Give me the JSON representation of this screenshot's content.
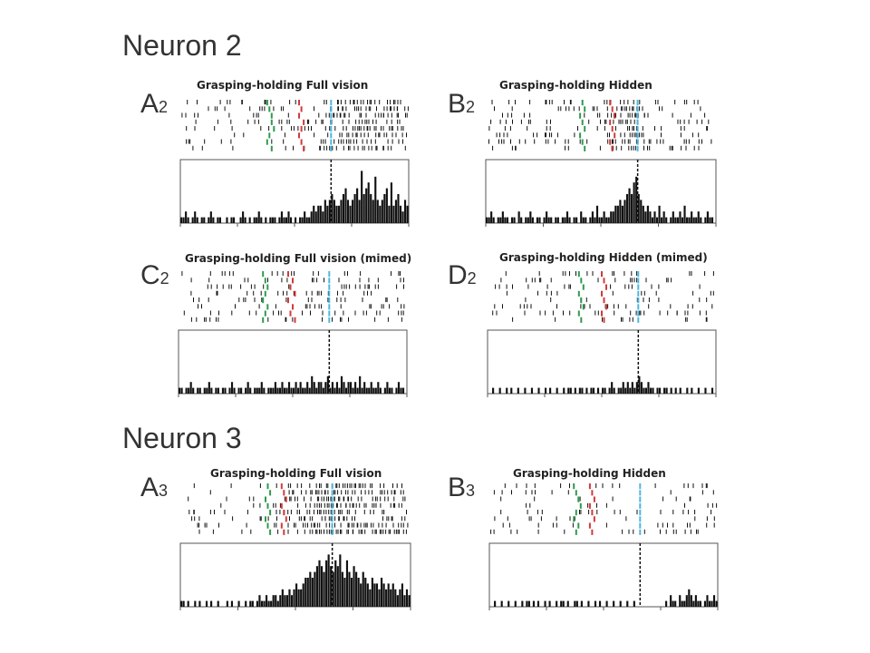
{
  "figure": {
    "neurons": [
      {
        "title": "Neuron 2"
      },
      {
        "title": "Neuron 3"
      }
    ],
    "colors": {
      "spike": "#111111",
      "hist_bar": "#111111",
      "marker_green": "#2e9a4e",
      "marker_red": "#d23a3a",
      "marker_cyan": "#4fb6e0",
      "axis": "#555555"
    }
  },
  "panels": [
    {
      "id": "A2",
      "letter": "A",
      "sub": "2",
      "title": "Grasping-holding Full vision",
      "neuron": "Neuron 2"
    },
    {
      "id": "B2",
      "letter": "B",
      "sub": "2",
      "title": "Grasping-holding Hidden",
      "neuron": "Neuron 2"
    },
    {
      "id": "C2",
      "letter": "C",
      "sub": "2",
      "title": "Grasping-holding Full vision (mimed)",
      "neuron": "Neuron 2"
    },
    {
      "id": "D2",
      "letter": "D",
      "sub": "2",
      "title": "Grasping-holding Hidden (mimed)",
      "neuron": "Neuron 2"
    },
    {
      "id": "A3",
      "letter": "A",
      "sub": "3",
      "title": "Grasping-holding Full vision",
      "neuron": "Neuron 3"
    },
    {
      "id": "B3",
      "letter": "B",
      "sub": "3",
      "title": "Grasping-holding Hidden",
      "neuron": "Neuron 3"
    }
  ],
  "chart_data": [
    {
      "type": "bar",
      "panel": "A2",
      "title": "Grasping-holding Full vision",
      "xlabel": "",
      "ylabel": "",
      "grid": false,
      "xlim": [
        0,
        100
      ],
      "ylim": [
        0,
        10
      ],
      "alignment_x": 66,
      "markers": [
        {
          "color": "green",
          "x": [
            38,
            39,
            40,
            40,
            41,
            39,
            38,
            40
          ]
        },
        {
          "color": "red",
          "x": [
            52,
            53,
            52,
            54,
            53,
            52,
            53,
            54
          ]
        },
        {
          "color": "cyan",
          "x": [
            66,
            66,
            66,
            66,
            66,
            66,
            66,
            66
          ]
        }
      ],
      "values": [
        1,
        1,
        2,
        1,
        0,
        1,
        2,
        1,
        0,
        1,
        1,
        0,
        1,
        2,
        1,
        0,
        1,
        1,
        0,
        0,
        1,
        0,
        1,
        1,
        0,
        0,
        1,
        2,
        1,
        0,
        1,
        0,
        1,
        1,
        2,
        1,
        0,
        1,
        0,
        1,
        1,
        1,
        0,
        1,
        2,
        1,
        1,
        2,
        1,
        0,
        1,
        0,
        1,
        1,
        2,
        1,
        1,
        2,
        3,
        2,
        3,
        3,
        2,
        4,
        3,
        4,
        5,
        4,
        3,
        3,
        4,
        5,
        6,
        4,
        3,
        4,
        5,
        6,
        4,
        9,
        5,
        6,
        7,
        5,
        4,
        8,
        4,
        3,
        4,
        5,
        6,
        3,
        7,
        3,
        4,
        5,
        3,
        2,
        4,
        3
      ]
    },
    {
      "type": "bar",
      "panel": "B2",
      "title": "Grasping-holding Hidden",
      "xlabel": "",
      "ylabel": "",
      "grid": false,
      "xlim": [
        0,
        100
      ],
      "ylim": [
        0,
        10
      ],
      "alignment_x": 66,
      "markers": [
        {
          "color": "green",
          "x": [
            42,
            43,
            41,
            42,
            43,
            41,
            42,
            43
          ]
        },
        {
          "color": "red",
          "x": [
            54,
            55,
            56,
            54,
            55,
            56,
            54,
            55
          ]
        },
        {
          "color": "cyan",
          "x": [
            66,
            66,
            66,
            66,
            66,
            66,
            66,
            66
          ]
        }
      ],
      "values": [
        1,
        1,
        2,
        1,
        0,
        1,
        1,
        2,
        1,
        1,
        0,
        1,
        1,
        0,
        2,
        1,
        0,
        1,
        1,
        2,
        1,
        0,
        1,
        1,
        0,
        1,
        2,
        1,
        1,
        0,
        1,
        1,
        0,
        1,
        1,
        2,
        1,
        0,
        1,
        1,
        0,
        2,
        1,
        1,
        0,
        1,
        2,
        1,
        3,
        1,
        1,
        2,
        1,
        1,
        2,
        2,
        3,
        3,
        4,
        3,
        4,
        5,
        6,
        5,
        7,
        8,
        5,
        4,
        3,
        2,
        3,
        2,
        1,
        2,
        1,
        3,
        1,
        2,
        1,
        0,
        1,
        2,
        1,
        1,
        2,
        1,
        3,
        1,
        1,
        2,
        1,
        1,
        2,
        1,
        0,
        1,
        2,
        1,
        1,
        0
      ]
    },
    {
      "type": "bar",
      "panel": "C2",
      "title": "Grasping-holding Full vision (mimed)",
      "xlabel": "",
      "ylabel": "",
      "grid": false,
      "xlim": [
        0,
        100
      ],
      "ylim": [
        0,
        10
      ],
      "alignment_x": 66,
      "markers": [
        {
          "color": "green",
          "x": [
            37,
            38,
            39,
            38,
            37,
            39,
            38,
            37
          ]
        },
        {
          "color": "red",
          "x": [
            48,
            50,
            49,
            51,
            48,
            50,
            49,
            51
          ]
        },
        {
          "color": "cyan",
          "x": [
            66,
            66,
            66,
            66,
            66,
            66,
            66,
            66
          ]
        }
      ],
      "values": [
        1,
        1,
        0,
        1,
        1,
        2,
        1,
        0,
        1,
        1,
        0,
        1,
        1,
        2,
        1,
        0,
        1,
        1,
        0,
        1,
        1,
        0,
        1,
        2,
        1,
        0,
        1,
        1,
        0,
        1,
        2,
        1,
        0,
        1,
        1,
        1,
        2,
        1,
        0,
        1,
        1,
        1,
        2,
        1,
        1,
        2,
        1,
        1,
        2,
        1,
        1,
        2,
        1,
        2,
        1,
        1,
        2,
        1,
        3,
        2,
        1,
        2,
        2,
        1,
        2,
        3,
        1,
        2,
        1,
        2,
        1,
        3,
        2,
        1,
        2,
        2,
        1,
        2,
        1,
        3,
        1,
        2,
        1,
        1,
        2,
        1,
        1,
        2,
        1,
        0,
        1,
        2,
        1,
        1,
        0,
        1,
        2,
        1,
        1,
        0
      ]
    },
    {
      "type": "bar",
      "panel": "D2",
      "title": "Grasping-holding Hidden (mimed)",
      "xlabel": "",
      "ylabel": "",
      "grid": false,
      "xlim": [
        0,
        100
      ],
      "ylim": [
        0,
        10
      ],
      "alignment_x": 66,
      "markers": [
        {
          "color": "green",
          "x": [
            40,
            41,
            42,
            40,
            41,
            42,
            40,
            41
          ]
        },
        {
          "color": "red",
          "x": [
            50,
            51,
            52,
            50,
            51,
            52,
            50,
            51
          ]
        },
        {
          "color": "cyan",
          "x": [
            66,
            66,
            66,
            66,
            66,
            66,
            66,
            66
          ]
        }
      ],
      "values": [
        0,
        0,
        1,
        0,
        0,
        1,
        0,
        0,
        1,
        0,
        1,
        0,
        0,
        1,
        0,
        0,
        1,
        0,
        0,
        1,
        0,
        0,
        1,
        0,
        0,
        1,
        0,
        1,
        0,
        0,
        1,
        0,
        0,
        1,
        0,
        1,
        1,
        0,
        1,
        0,
        1,
        1,
        0,
        1,
        0,
        1,
        1,
        0,
        1,
        0,
        1,
        1,
        0,
        1,
        2,
        1,
        0,
        1,
        1,
        2,
        1,
        2,
        1,
        2,
        1,
        2,
        3,
        2,
        1,
        1,
        2,
        1,
        1,
        0,
        1,
        1,
        0,
        1,
        1,
        0,
        1,
        0,
        1,
        0,
        1,
        0,
        0,
        1,
        0,
        1,
        0,
        0,
        1,
        0,
        0,
        1,
        0,
        0,
        1,
        0
      ]
    },
    {
      "type": "bar",
      "panel": "A3",
      "title": "Grasping-holding Full vision",
      "xlabel": "",
      "ylabel": "",
      "grid": false,
      "xlim": [
        0,
        100
      ],
      "ylim": [
        0,
        10
      ],
      "alignment_x": 66,
      "markers": [
        {
          "color": "green",
          "x": [
            38,
            39,
            37,
            38,
            39,
            37,
            38,
            39
          ]
        },
        {
          "color": "red",
          "x": [
            44,
            45,
            46,
            44,
            45,
            46,
            44,
            45
          ]
        },
        {
          "color": "cyan",
          "x": [
            66,
            66,
            66,
            66,
            66,
            66,
            66,
            66
          ]
        }
      ],
      "values": [
        1,
        1,
        0,
        1,
        0,
        0,
        1,
        0,
        1,
        0,
        0,
        1,
        0,
        1,
        0,
        0,
        1,
        0,
        0,
        0,
        1,
        0,
        1,
        0,
        0,
        1,
        0,
        0,
        1,
        0,
        1,
        1,
        0,
        1,
        2,
        1,
        1,
        2,
        1,
        1,
        2,
        2,
        1,
        2,
        3,
        2,
        2,
        3,
        2,
        3,
        4,
        3,
        3,
        4,
        5,
        5,
        6,
        5,
        6,
        7,
        8,
        7,
        6,
        8,
        9,
        7,
        6,
        8,
        7,
        9,
        6,
        5,
        8,
        6,
        5,
        7,
        6,
        5,
        4,
        6,
        5,
        4,
        3,
        5,
        4,
        4,
        3,
        5,
        4,
        3,
        4,
        3,
        4,
        3,
        2,
        3,
        4,
        2,
        3,
        2
      ]
    },
    {
      "type": "bar",
      "panel": "B3",
      "title": "Grasping-holding Hidden",
      "xlabel": "",
      "ylabel": "",
      "grid": false,
      "xlim": [
        0,
        100
      ],
      "ylim": [
        0,
        10
      ],
      "alignment_x": 66,
      "markers": [
        {
          "color": "green",
          "x": [
            37,
            38,
            39,
            40,
            38,
            37,
            39,
            38
          ]
        },
        {
          "color": "red",
          "x": [
            44,
            45,
            46,
            44,
            45,
            46,
            44,
            45
          ]
        },
        {
          "color": "cyan",
          "x": [
            66,
            66,
            66,
            66,
            66,
            66,
            66,
            66
          ]
        }
      ],
      "values": [
        0,
        0,
        1,
        0,
        0,
        1,
        0,
        0,
        1,
        0,
        0,
        1,
        0,
        0,
        1,
        0,
        1,
        1,
        0,
        1,
        0,
        1,
        0,
        0,
        1,
        0,
        1,
        0,
        0,
        1,
        0,
        1,
        1,
        0,
        1,
        0,
        0,
        1,
        1,
        0,
        1,
        0,
        0,
        1,
        0,
        0,
        1,
        0,
        1,
        0,
        0,
        1,
        0,
        0,
        1,
        0,
        0,
        1,
        0,
        0,
        1,
        0,
        0,
        1,
        0,
        0,
        0,
        0,
        0,
        0,
        0,
        0,
        0,
        0,
        0,
        0,
        0,
        1,
        0,
        2,
        1,
        1,
        0,
        2,
        1,
        1,
        2,
        3,
        2,
        1,
        2,
        1,
        1,
        0,
        1,
        2,
        1,
        1,
        2,
        1
      ]
    }
  ]
}
